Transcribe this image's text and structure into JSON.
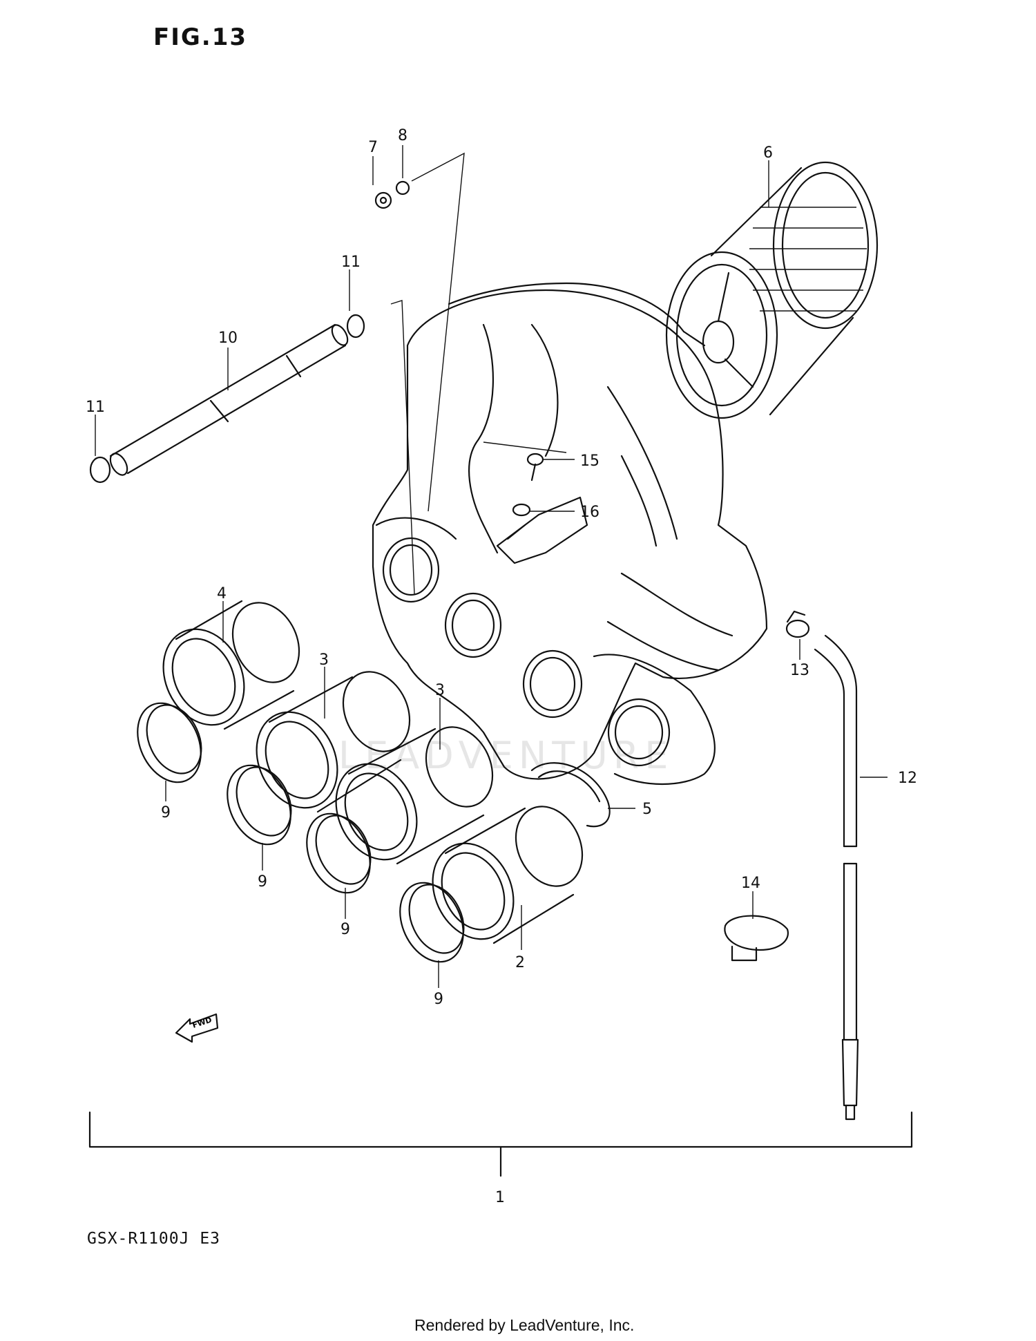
{
  "figure_title": "FIG.13",
  "model_label": "GSX-R1100J  E3",
  "footer_text": "Rendered by LeadVenture, Inc.",
  "watermark": "LEADVENTURE",
  "fwd_label": "FWD",
  "callouts": {
    "c1": "1",
    "c2": "2",
    "c3a": "3",
    "c3b": "3",
    "c4": "4",
    "c5": "5",
    "c6": "6",
    "c7": "7",
    "c8": "8",
    "c9a": "9",
    "c9b": "9",
    "c9c": "9",
    "c9d": "9",
    "c10": "10",
    "c11a": "11",
    "c11b": "11",
    "c12": "12",
    "c13": "13",
    "c14": "14",
    "c15": "15",
    "c16": "16"
  }
}
